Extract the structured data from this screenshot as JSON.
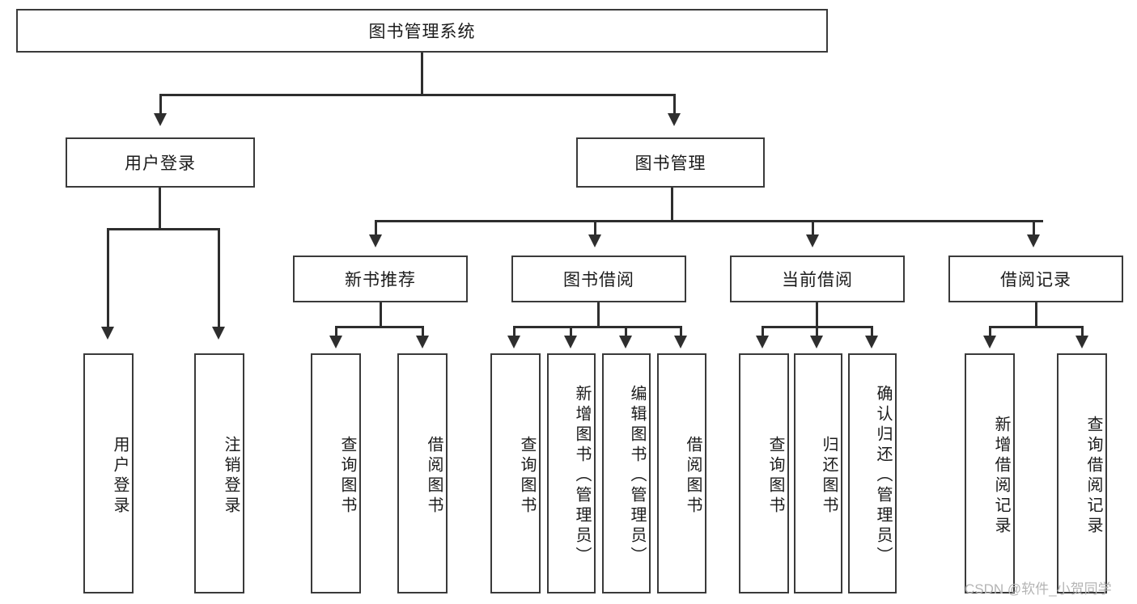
{
  "diagram": {
    "title": "图书管理系统",
    "type": "hierarchy-tree",
    "root": {
      "label": "图书管理系统"
    },
    "level2": [
      {
        "label": "用户登录"
      },
      {
        "label": "图书管理"
      }
    ],
    "level3": [
      {
        "label": "新书推荐"
      },
      {
        "label": "图书借阅"
      },
      {
        "label": "当前借阅"
      },
      {
        "label": "借阅记录"
      }
    ],
    "leaves": {
      "user_login": [
        {
          "label": "用户登录"
        },
        {
          "label": "注销登录"
        }
      ],
      "new_book_recommend": [
        {
          "label": "查询图书"
        },
        {
          "label": "借阅图书"
        }
      ],
      "book_borrow": [
        {
          "label": "查询图书"
        },
        {
          "label": "新增图书（管理员）"
        },
        {
          "label": "编辑图书（管理员）"
        },
        {
          "label": "借阅图书"
        }
      ],
      "current_borrow": [
        {
          "label": "查询图书"
        },
        {
          "label": "归还图书"
        },
        {
          "label": "确认归还（管理员）"
        }
      ],
      "borrow_record": [
        {
          "label": "新增借阅记录"
        },
        {
          "label": "查询借阅记录"
        }
      ]
    }
  },
  "watermark": {
    "text": "CSDN @软件_小贺同学"
  },
  "colors": {
    "box_border": "#3a3a3a",
    "connector": "#2e2e2e",
    "background": "#ffffff",
    "watermark": "#b4b4b4"
  }
}
